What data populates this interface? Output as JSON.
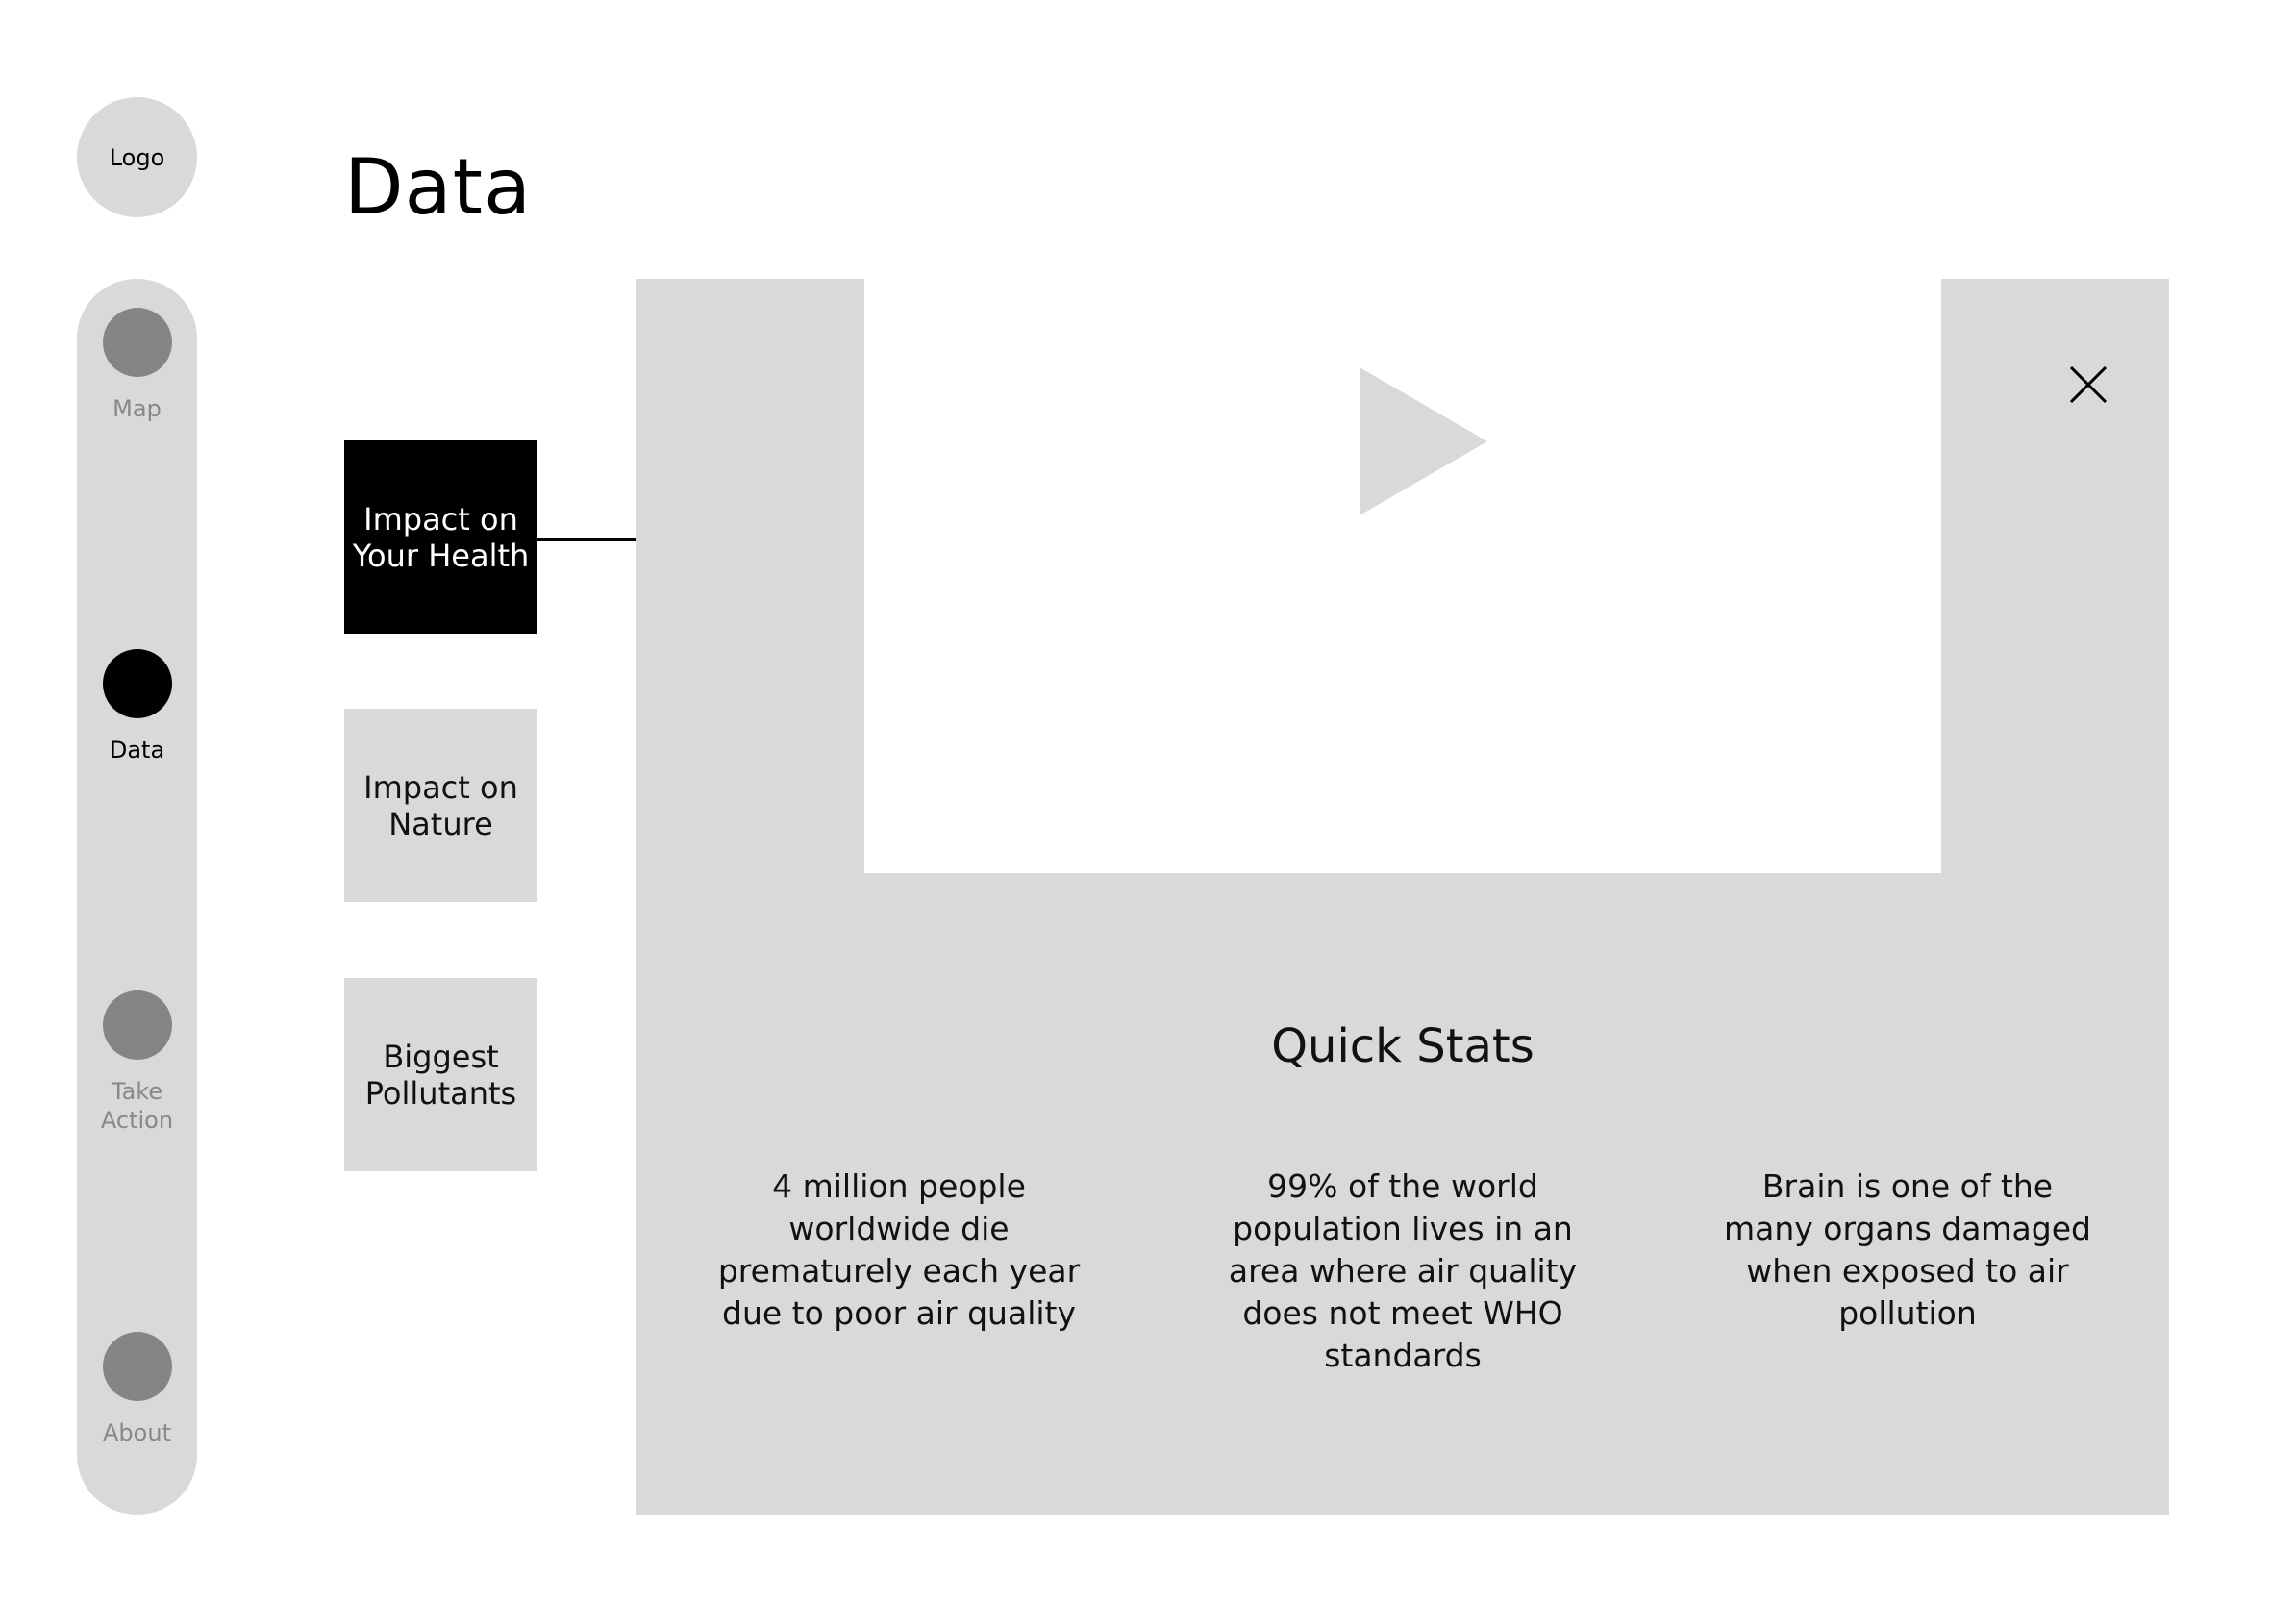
{
  "logo": {
    "label": "Logo"
  },
  "sidebar": {
    "items": [
      {
        "label": "Map",
        "active": false
      },
      {
        "label": "Data",
        "active": true
      },
      {
        "label": "Take Action",
        "active": false
      },
      {
        "label": "About",
        "active": false
      }
    ]
  },
  "page": {
    "title": "Data"
  },
  "categories": [
    {
      "label": "Impact on Your Health",
      "active": true
    },
    {
      "label": "Impact on Nature",
      "active": false
    },
    {
      "label": "Biggest Pollutants",
      "active": false
    }
  ],
  "panel": {
    "video": {
      "icon": "play-icon"
    },
    "close": {
      "icon": "close-icon"
    },
    "stats_title": "Quick Stats",
    "stats": [
      "4 million people worldwide die prematurely each year due to poor air quality",
      "99% of the world population lives in an area where air quality does not meet WHO standards",
      "Brain is one of the many organs damaged when exposed to air pollution"
    ]
  },
  "colors": {
    "placeholder_gray": "#d9d9d9",
    "inactive_dot": "#858585",
    "inactive_label": "#888888",
    "active": "#000000",
    "background": "#ffffff"
  }
}
